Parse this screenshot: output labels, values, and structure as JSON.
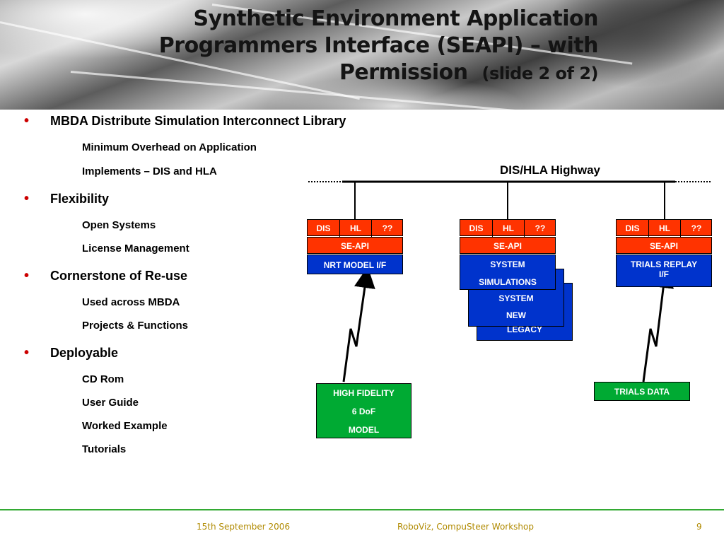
{
  "title": {
    "line1": "Synthetic Environment Application",
    "line2": "Programmers Interface (SEAPI) – with",
    "line3": "Permission",
    "sub": "(slide 2 of 2)"
  },
  "bullets": [
    {
      "label": "MBDA Distribute Simulation Interconnect Library",
      "items": [
        "Minimum Overhead on Application",
        "Implements – DIS and HLA"
      ]
    },
    {
      "label": "Flexibility",
      "items": [
        "Open Systems",
        "License Management"
      ]
    },
    {
      "label": "Cornerstone of Re-use",
      "items": [
        "Used across MBDA",
        "Projects & Functions"
      ]
    },
    {
      "label": "Deployable",
      "items": [
        "CD Rom",
        "User Guide",
        "Worked Example",
        "Tutorials"
      ]
    }
  ],
  "bullet_symbol": "•",
  "diagram": {
    "highway_label": "DIS/HLA Highway",
    "protocols": {
      "dis": "DIS",
      "hl": "HL",
      "unknown": "??"
    },
    "seapi": "SE-API",
    "left_model": "NRT MODEL I/F",
    "center": {
      "line1": "SYSTEM",
      "line2": "SIMULATIONS",
      "new1": "SYSTEM",
      "new2": "NEW",
      "legacy": "LEGACY"
    },
    "right_model": {
      "line1": "TRIALS REPLAY",
      "line2": "I/F"
    },
    "hifi": {
      "line1": "HIGH FIDELITY",
      "line2": "6 DoF",
      "line3": "MODEL"
    },
    "trials_data": "TRIALS DATA"
  },
  "footer": {
    "date": "15th September 2006",
    "event": "RoboViz, CompuSteer Workshop",
    "page": "9"
  },
  "colors": {
    "red": "#ff3300",
    "blue": "#0033cc",
    "green": "#00aa33",
    "bullet": "#cc0000",
    "footer_text": "#b08a00",
    "footer_line": "#33aa33"
  }
}
